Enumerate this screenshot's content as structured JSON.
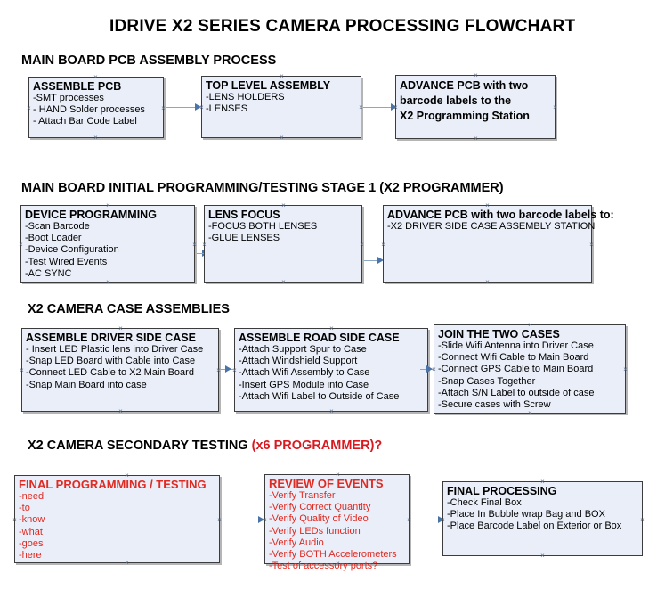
{
  "document": {
    "title": "IDRIVE X2  SERIES CAMERA PROCESSING FLOWCHART",
    "accent_color": "#e02a22",
    "node_fill": "#e9eef8",
    "node_border": "#3c3c3c",
    "connector_color": "#8aa7c4"
  },
  "sections": [
    {
      "id": "s1",
      "heading": "MAIN BOARD PCB ASSEMBLY PROCESS",
      "accent": ""
    },
    {
      "id": "s2",
      "heading": "MAIN BOARD INITIAL PROGRAMMING/TESTING STAGE 1 (X2 PROGRAMMER)",
      "accent": ""
    },
    {
      "id": "s3",
      "heading": "X2 CAMERA CASE ASSEMBLIES",
      "accent": ""
    },
    {
      "id": "s4",
      "heading": "X2 CAMERA SECONDARY TESTING ",
      "accent": "(x6 PROGRAMMER)?"
    }
  ],
  "nodes": {
    "assemble_pcb": {
      "head": "ASSEMBLE PCB",
      "items": [
        "-SMT processes",
        "- HAND Solder processes",
        "- Attach Bar Code Label"
      ]
    },
    "top_level_assembly": {
      "head": "TOP LEVEL ASSEMBLY",
      "items": [
        "-LENS HOLDERS",
        "-LENSES"
      ]
    },
    "advance_pcb_station": {
      "lines": [
        "ADVANCE PCB with two",
        "barcode labels to the",
        " X2 Programming Station"
      ]
    },
    "device_programming": {
      "head": "DEVICE PROGRAMMING",
      "items": [
        "-Scan Barcode",
        "-Boot Loader",
        "-Device Configuration",
        "-Test Wired Events",
        "-AC SYNC"
      ]
    },
    "lens_focus": {
      "head": "LENS FOCUS",
      "items": [
        "-FOCUS BOTH LENSES",
        "-GLUE LENSES"
      ]
    },
    "advance_pcb_driver": {
      "head": "ADVANCE PCB with two barcode labels to:",
      "items": [
        "-X2 DRIVER  SIDE  CASE  ASSEMBLY STATION"
      ]
    },
    "assemble_driver_side": {
      "head": "ASSEMBLE DRIVER SIDE CASE",
      "items": [
        "- Insert LED Plastic lens into Driver Case",
        "-Snap LED Board with Cable into Case",
        "-Connect LED Cable to X2 Main Board",
        "-Snap Main Board into case"
      ]
    },
    "assemble_road_side": {
      "head": "ASSEMBLE ROAD SIDE CASE",
      "items": [
        "-Attach Support Spur to Case",
        "-Attach Windshield Support",
        "-Attach Wifi Assembly to Case",
        "-Insert GPS Module into Case",
        "-Attach Wifi Label to Outside of Case"
      ]
    },
    "join_two_cases": {
      "head": "JOIN THE TWO CASES",
      "items": [
        "-Slide Wifi Antenna into Driver Case",
        "-Connect Wifi Cable to Main Board",
        "-Connect GPS Cable to Main Board",
        "-Snap Cases Together",
        "-Attach S/N Label to outside of case",
        "-Secure cases with Screw"
      ]
    },
    "final_programming": {
      "head": "FINAL PROGRAMMING / TESTING",
      "items": [
        "-need",
        "-to",
        "-know",
        "-what",
        "-goes",
        "-here"
      ]
    },
    "review_of_events": {
      "head": "REVIEW OF EVENTS",
      "items": [
        "-Verify Transfer",
        "-Verify Correct Quantity",
        "-Verify Quality of Video",
        "-Verify LEDs function",
        "-Verify Audio",
        "-Verify BOTH Accelerometers",
        "-Test of accessory ports?"
      ]
    },
    "final_processing": {
      "head": "FINAL PROCESSING",
      "items": [
        " -Check Final Box",
        "-Place In Bubble wrap Bag and BOX",
        "-Place Barcode Label on Exterior or Box"
      ]
    }
  }
}
